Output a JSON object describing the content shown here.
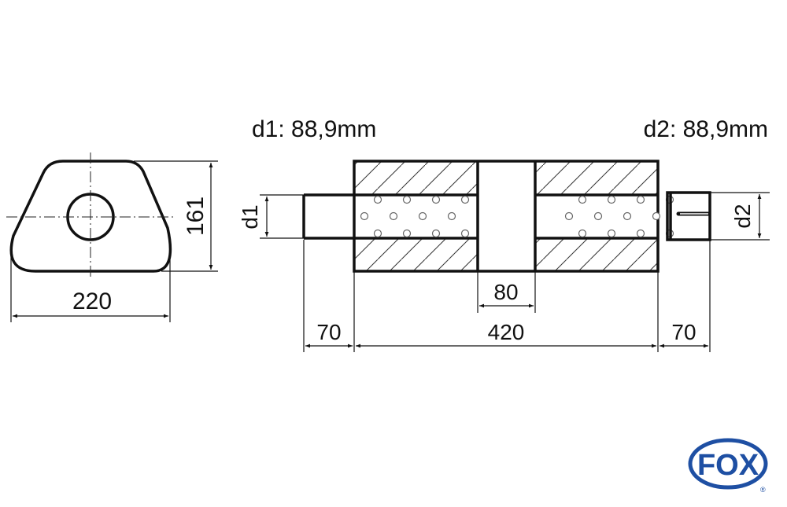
{
  "header": {
    "d1_label": "d1: 88,9mm",
    "d2_label": "d2: 88,9mm"
  },
  "cross_section": {
    "width": "220",
    "height": "161"
  },
  "side_view": {
    "d1": "d1",
    "d2": "d2",
    "inlet_length": "70",
    "body_length": "420",
    "chamber_width": "80",
    "outlet_length": "70"
  },
  "logo": {
    "text": "FOX",
    "registered": "®",
    "color": "#1e4fa3"
  }
}
